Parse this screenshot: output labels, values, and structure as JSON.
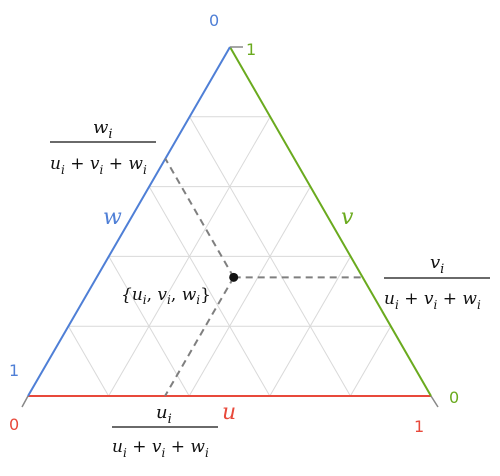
{
  "colors": {
    "u": "#e8493b",
    "v": "#6aaa1e",
    "w": "#4f7fd6",
    "grid": "#d9d9d9",
    "guide": "#7f7f7f",
    "text": "#111111"
  },
  "axes": {
    "u": {
      "letter": "u",
      "start_label": "0",
      "end_label": "1"
    },
    "v": {
      "letter": "v",
      "start_label": "0",
      "end_label": "1"
    },
    "w": {
      "letter": "w",
      "start_label": "0",
      "end_label": "1"
    }
  },
  "point": {
    "label": "{u",
    "u": 0.34,
    "v": 0.34,
    "w": 0.32
  },
  "fractions": {
    "u": {
      "num": "u",
      "den": "u"
    },
    "v": {
      "num": "v",
      "den": "u"
    },
    "w": {
      "num": "w",
      "den": "u"
    }
  },
  "sub": "i",
  "op_plus": " + ",
  "sep": ", ",
  "close": "}",
  "grid_divisions": 5
}
